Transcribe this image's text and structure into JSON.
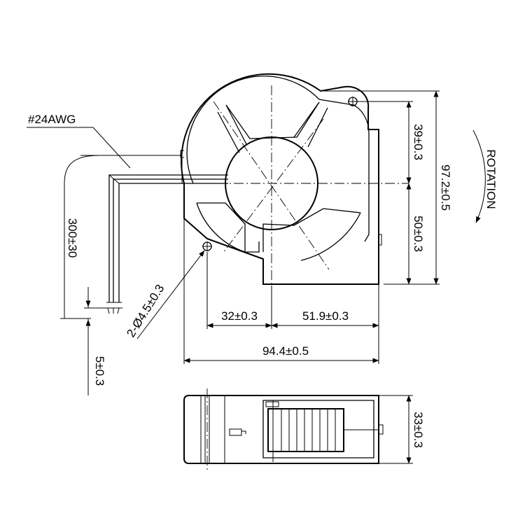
{
  "labels": {
    "wire": "#24AWG",
    "wire_length": "300±30",
    "wire_strip": "5±0.3",
    "holes": "2-Ø4.5±0.3",
    "d_32": "32±0.3",
    "d_51_9": "51.9±0.3",
    "d_94_4": "94.4±0.5",
    "d_39": "39±0.3",
    "d_50": "50±0.3",
    "d_97_2": "97.2±0.5",
    "d_33": "33±0.3",
    "rotation": "ROTATION"
  }
}
